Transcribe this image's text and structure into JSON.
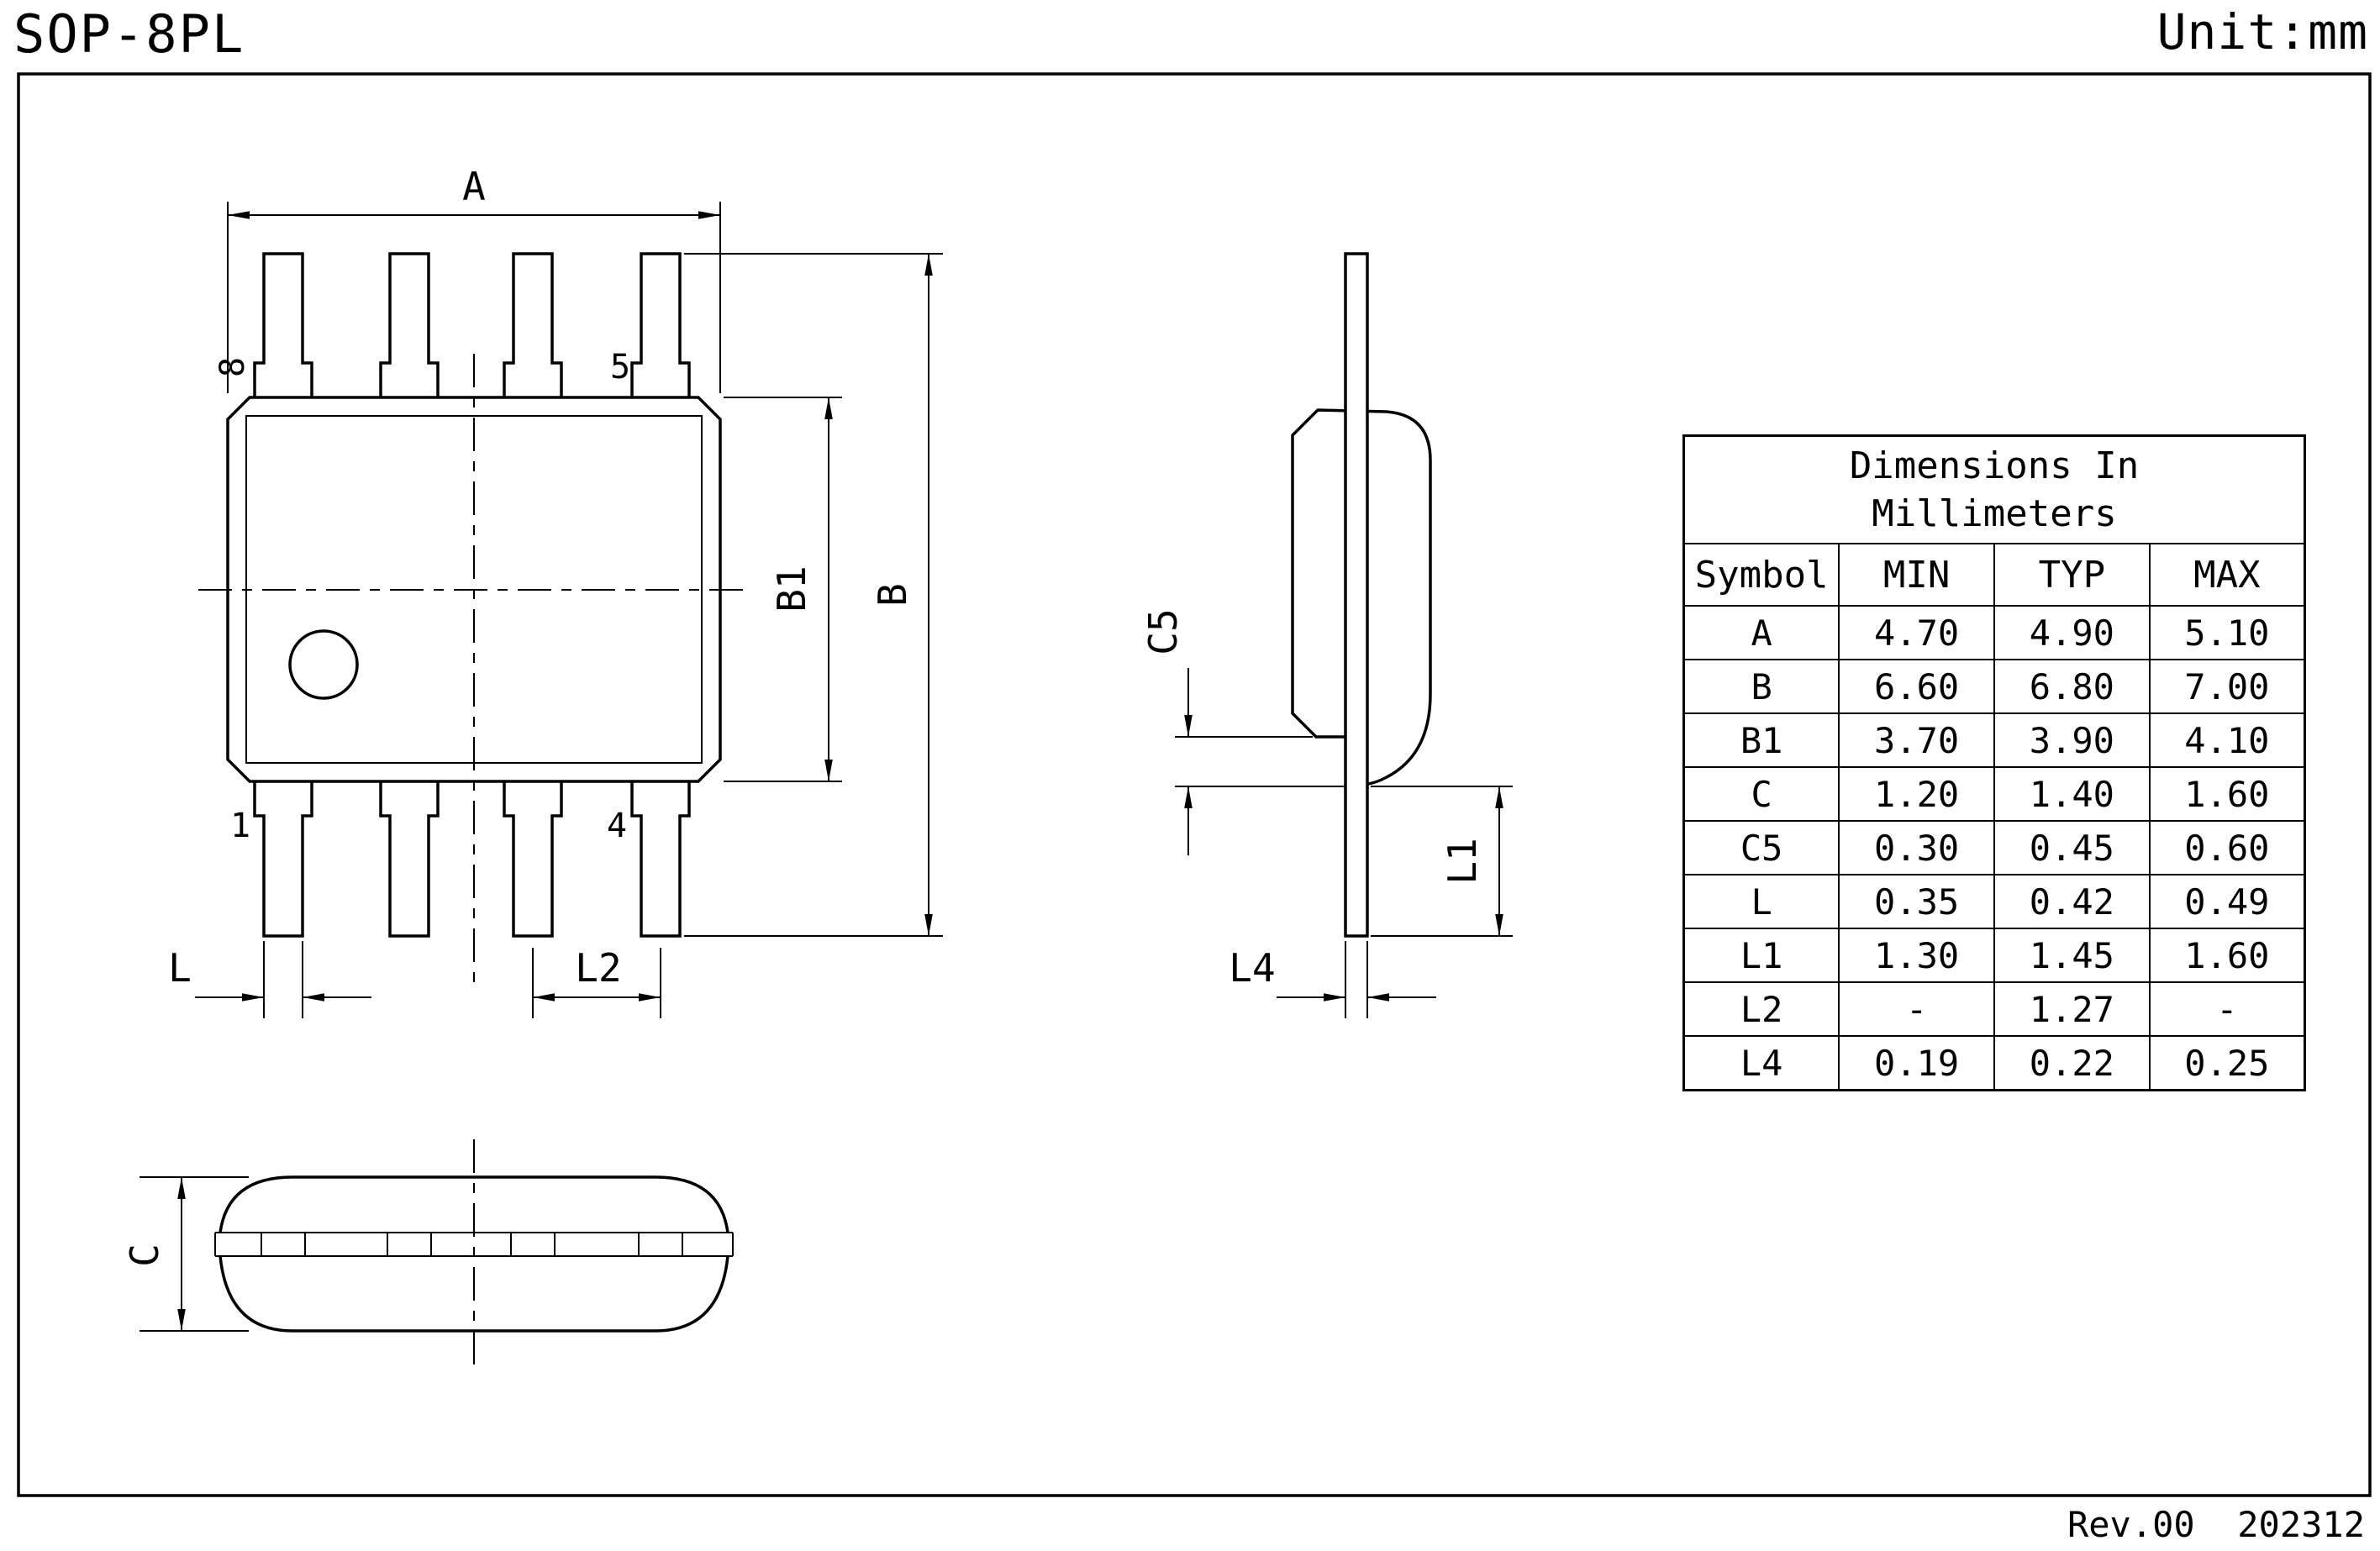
{
  "page": {
    "title": "SOP-8PL",
    "unit": "Unit:mm",
    "footer": "Rev.00  202312"
  },
  "labels": {
    "dim_a": "A",
    "dim_b": "B",
    "dim_b1": "B1",
    "dim_c": "C",
    "dim_c5": "C5",
    "dim_l": "L",
    "dim_l1": "L1",
    "dim_l2": "L2",
    "dim_l4": "L4",
    "pin_8": "8",
    "pin_5": "5",
    "pin_1": "1",
    "pin_4": "4"
  },
  "table": {
    "title_line1": "Dimensions In",
    "title_line2": "Millimeters",
    "columns": [
      "Symbol",
      "MIN",
      "TYP",
      "MAX"
    ],
    "rows": [
      {
        "symbol": "A",
        "min": "4.70",
        "typ": "4.90",
        "max": "5.10"
      },
      {
        "symbol": "B",
        "min": "6.60",
        "typ": "6.80",
        "max": "7.00"
      },
      {
        "symbol": "B1",
        "min": "3.70",
        "typ": "3.90",
        "max": "4.10"
      },
      {
        "symbol": "C",
        "min": "1.20",
        "typ": "1.40",
        "max": "1.60"
      },
      {
        "symbol": "C5",
        "min": "0.30",
        "typ": "0.45",
        "max": "0.60"
      },
      {
        "symbol": "L",
        "min": "0.35",
        "typ": "0.42",
        "max": "0.49"
      },
      {
        "symbol": "L1",
        "min": "1.30",
        "typ": "1.45",
        "max": "1.60"
      },
      {
        "symbol": "L2",
        "min": "-",
        "typ": "1.27",
        "max": "-"
      },
      {
        "symbol": "L4",
        "min": "0.19",
        "typ": "0.22",
        "max": "0.25"
      }
    ]
  }
}
